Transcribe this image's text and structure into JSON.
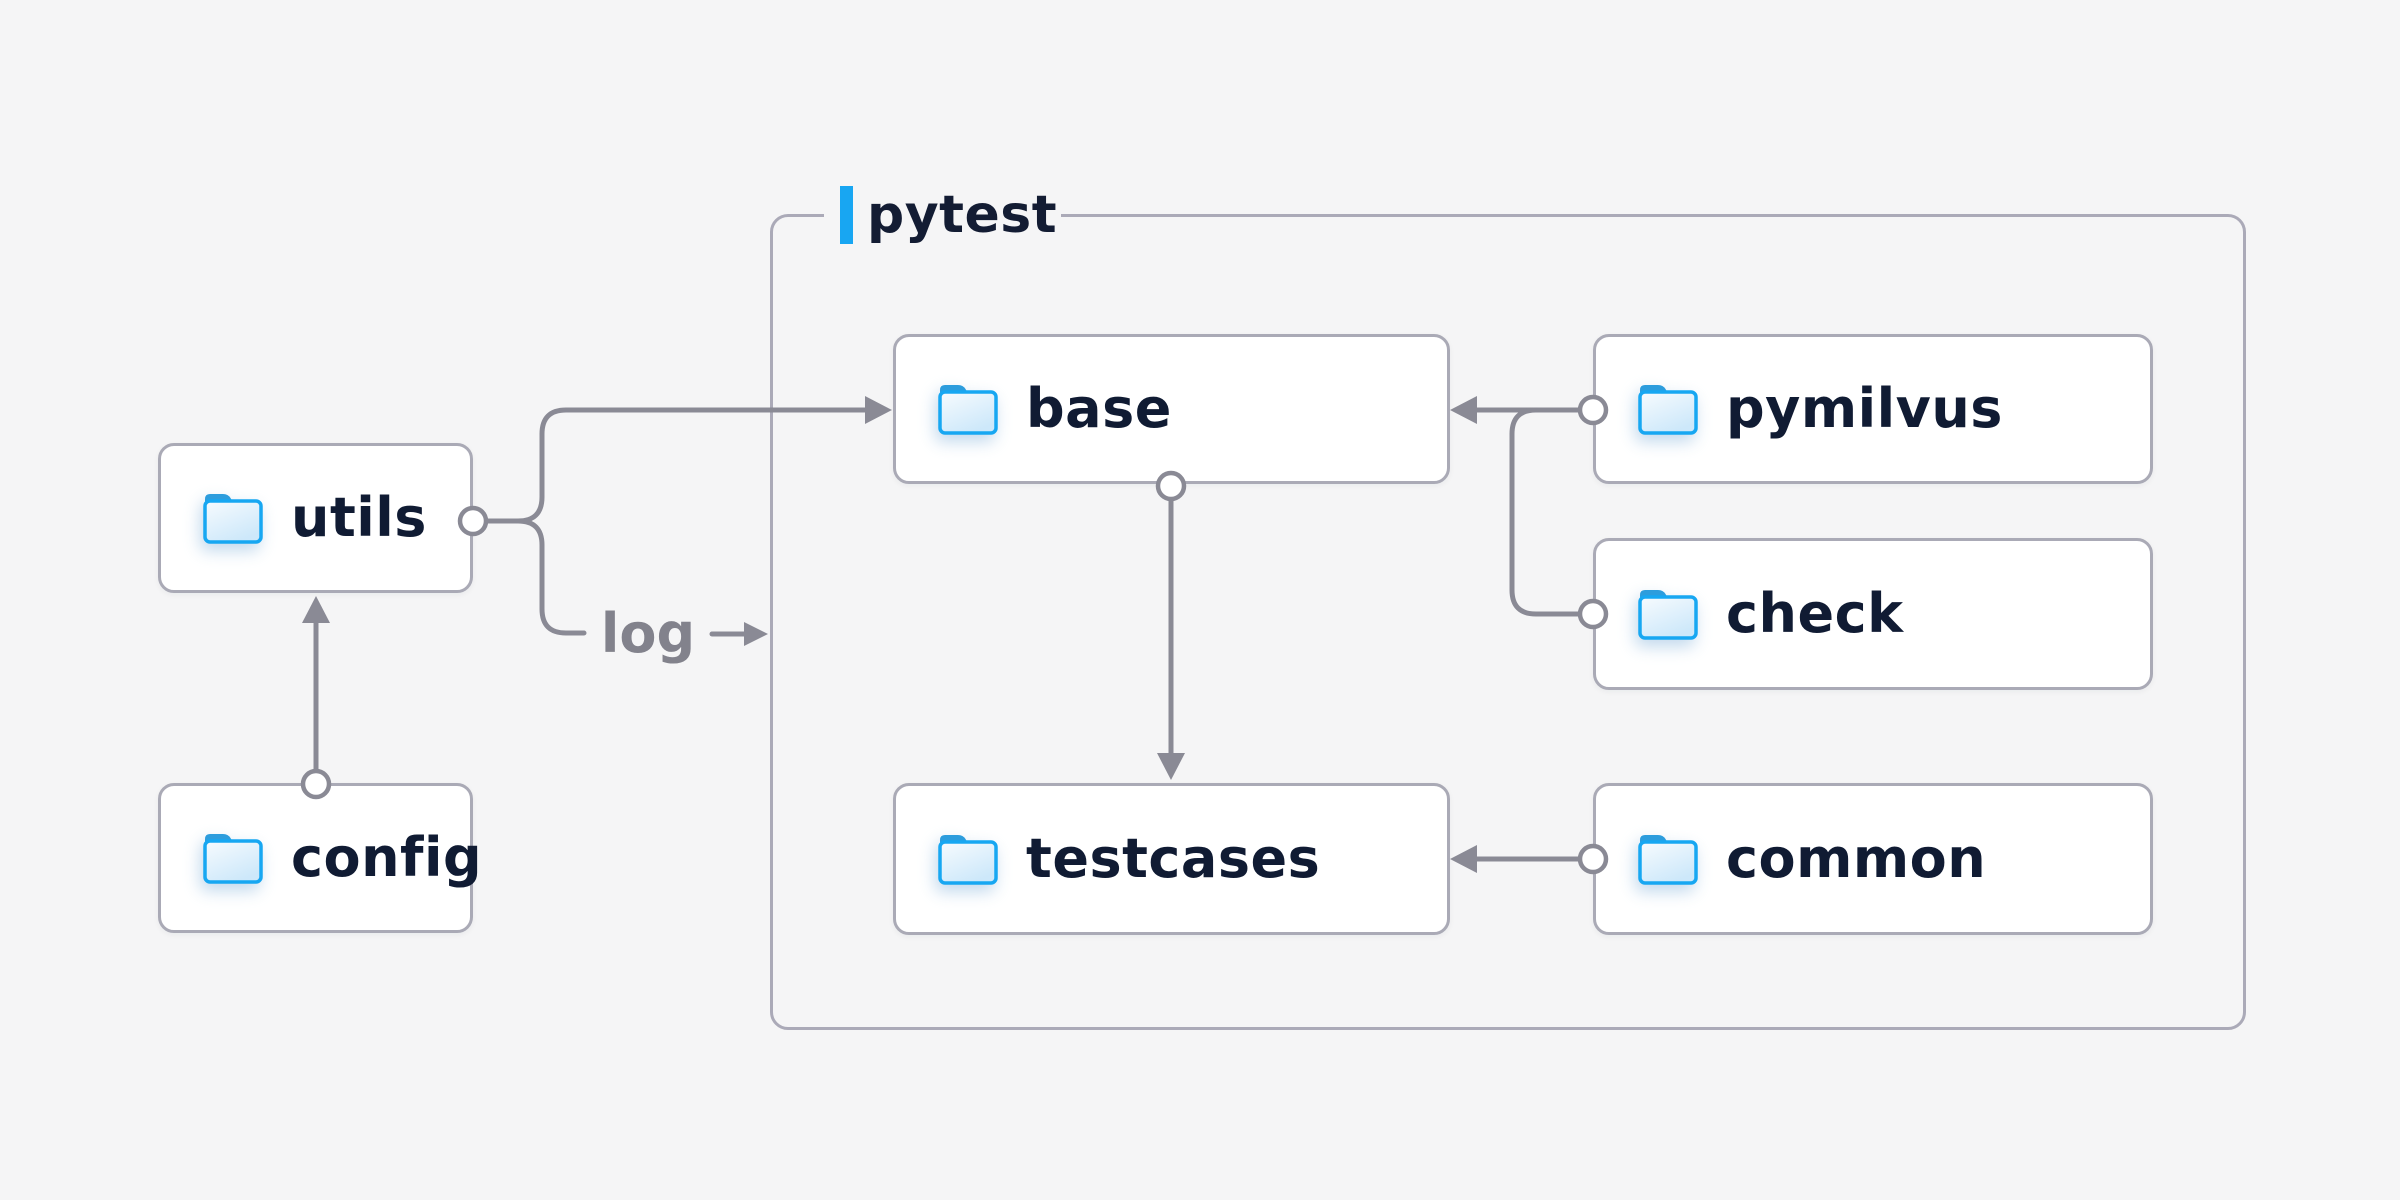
{
  "diagram": {
    "group": {
      "label": "pytest"
    },
    "nodes": [
      {
        "id": "utils",
        "label": "utils",
        "icon": "folder-icon"
      },
      {
        "id": "config",
        "label": "config",
        "icon": "folder-icon"
      },
      {
        "id": "base",
        "label": "base",
        "icon": "folder-icon"
      },
      {
        "id": "pymilvus",
        "label": "pymilvus",
        "icon": "folder-icon"
      },
      {
        "id": "check",
        "label": "check",
        "icon": "folder-icon"
      },
      {
        "id": "testcases",
        "label": "testcases",
        "icon": "folder-icon"
      },
      {
        "id": "common",
        "label": "common",
        "icon": "folder-icon"
      }
    ],
    "edge_label": {
      "text": "log"
    },
    "edges": [
      {
        "from": "config",
        "to": "utils"
      },
      {
        "from": "utils",
        "to": "base"
      },
      {
        "from": "utils",
        "to": "log"
      },
      {
        "from": "pymilvus",
        "to": "base"
      },
      {
        "from": "check",
        "to": "base"
      },
      {
        "from": "base",
        "to": "testcases"
      },
      {
        "from": "common",
        "to": "testcases"
      }
    ],
    "colors": {
      "background": "#f5f5f6",
      "node_background": "#ffffff",
      "node_border": "#aaaab6",
      "group_border": "#abaab8",
      "connector": "#8a8a95",
      "label_text": "#101b33",
      "muted_text": "#82828c",
      "accent_blue": "#18a6f2",
      "folder_stroke": "#17a7f2",
      "folder_tab": "#2d9ddd"
    }
  }
}
